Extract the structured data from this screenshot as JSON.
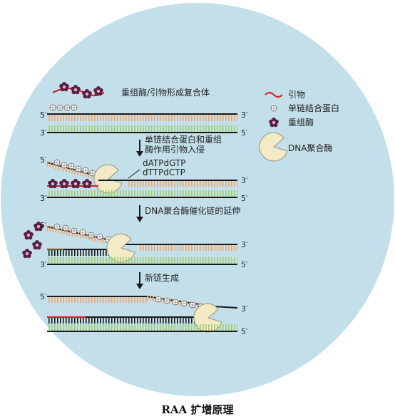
{
  "caption": "RAA 扩增原理",
  "colors": {
    "background_circle": "#c3e0ea",
    "strand": "#1a1a1a",
    "primer": "#d4232a",
    "base_orange": "#f5a66a",
    "base_green": "#9fd06b",
    "recombinase": "#5a1e44",
    "polymerase": "#f2ebc6"
  },
  "legend": {
    "primer": "引物",
    "ssb": "单链结合蛋白",
    "recombinase": "重组酶",
    "polymerase": "DNA聚合酶"
  },
  "labels": {
    "complex_title": "重组酶/引物形成复合体",
    "five_prime": "5′",
    "three_prime": "3′",
    "step1_line1": "单链结合蛋白和重组",
    "step1_line2": "酶作用引物入侵",
    "dntp_line1": "dATPdGTP",
    "dntp_line2": "dTTPdCTP",
    "step2": "DNA聚合酶催化链的延伸",
    "step3": "新链生成"
  }
}
